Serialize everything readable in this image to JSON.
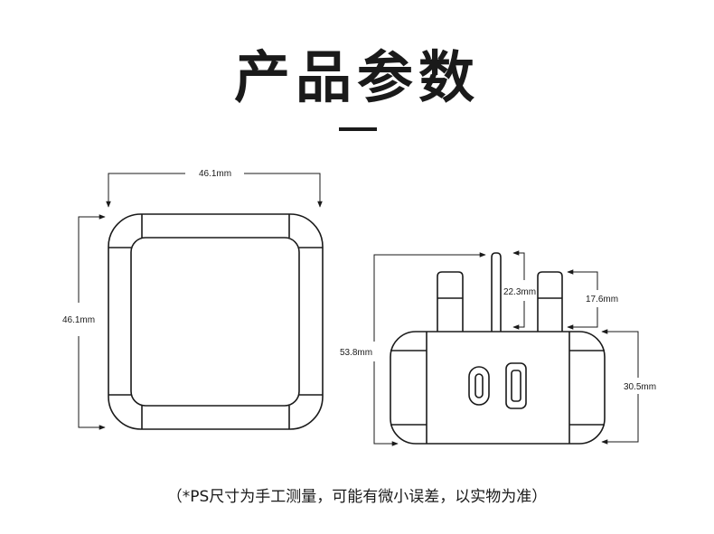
{
  "title": "产品参数",
  "square_view": {
    "width_label": "46.1mm",
    "height_label": "46.1mm"
  },
  "side_view": {
    "pin_label": "22.3mm",
    "prong_label": "17.6mm",
    "total_height_label": "53.8mm",
    "body_height_label": "30.5mm"
  },
  "note": "（*PS尺寸为手工测量，可能有微小误差，以实物为准）"
}
